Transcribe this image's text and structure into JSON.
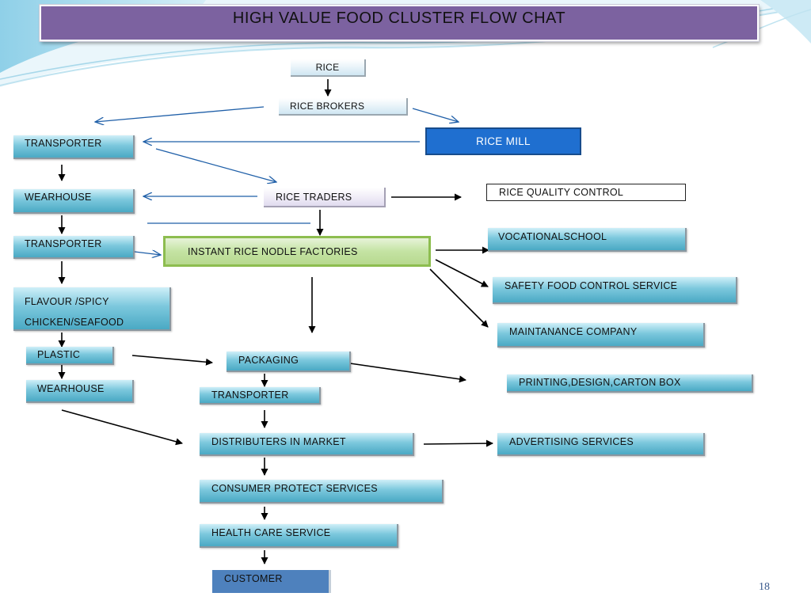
{
  "title": "HIGH VALUE FOOD CLUSTER FLOW CHAT",
  "slide_number": "18",
  "nodes": {
    "rice": "RICE",
    "rice_brokers": "RICE BROKERS",
    "rice_mill": "RICE MILL",
    "transporter_1": "TRANSPORTER",
    "rice_traders": "RICE TRADERS",
    "rice_quality_control": "RICE QUALITY CONTROL",
    "wearhouse_1": "WEARHOUSE",
    "transporter_2": "TRANSPORTER",
    "instant_factories": "INSTANT RICE NODLE FACTORIES",
    "vocational_school": "VOCATIONALSCHOOL",
    "safety_food": "SAFETY FOOD CONTROL SERVICE",
    "maintanance": "MAINTANANCE COMPANY",
    "flavour_line1": "FLAVOUR /SPICY",
    "flavour_line2": "CHICKEN/SEAFOOD",
    "plastic": "PLASTIC",
    "packaging": "PACKAGING",
    "printing": "PRINTING,DESIGN,CARTON BOX",
    "wearhouse_2": "WEARHOUSE",
    "transporter_3": "TRANSPORTER",
    "distributers": "DISTRIBUTERS IN MARKET",
    "advertising": "ADVERTISING SERVICES",
    "consumer_protect": "CONSUMER PROTECT SERVICES",
    "health_care": "HEALTH CARE SERVICE",
    "customer": "CUSTOMER"
  },
  "colors": {
    "title_bar": "#7c62a0",
    "teal_box": "#4aa9c4",
    "rice_mill": "#1f6fd0",
    "factory_border": "#8dbd4f",
    "customer_box": "#4e81bd",
    "blue_arrow": "#1f5fa8",
    "black_arrow": "#000000"
  }
}
